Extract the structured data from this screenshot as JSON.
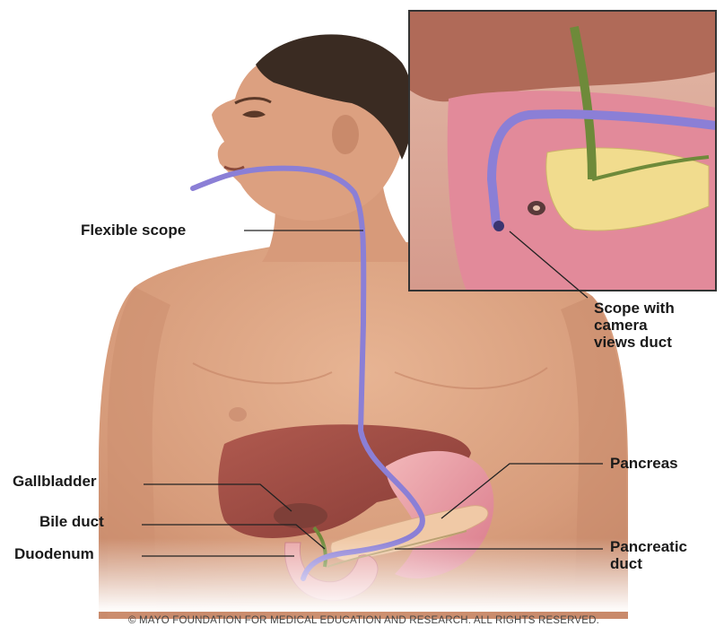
{
  "labels": {
    "flexible_scope": "Flexible scope",
    "scope_with_camera": "Scope with\ncamera\nviews duct",
    "gallbladder": "Gallbladder",
    "bile_duct": "Bile duct",
    "duodenum": "Duodenum",
    "pancreas": "Pancreas",
    "pancreatic_duct": "Pancreatic\nduct"
  },
  "copyright": "© MAYO FOUNDATION FOR MEDICAL EDUCATION AND RESEARCH. ALL RIGHTS RESERVED.",
  "colors": {
    "skin": "#dba07f",
    "skin_shadow": "#c4856a",
    "hair": "#3a2b22",
    "liver": "#9b4a42",
    "stomach": "#e79aa0",
    "pancreas": "#f0c9a6",
    "scope": "#8b7fd6",
    "leader": "#222222"
  }
}
